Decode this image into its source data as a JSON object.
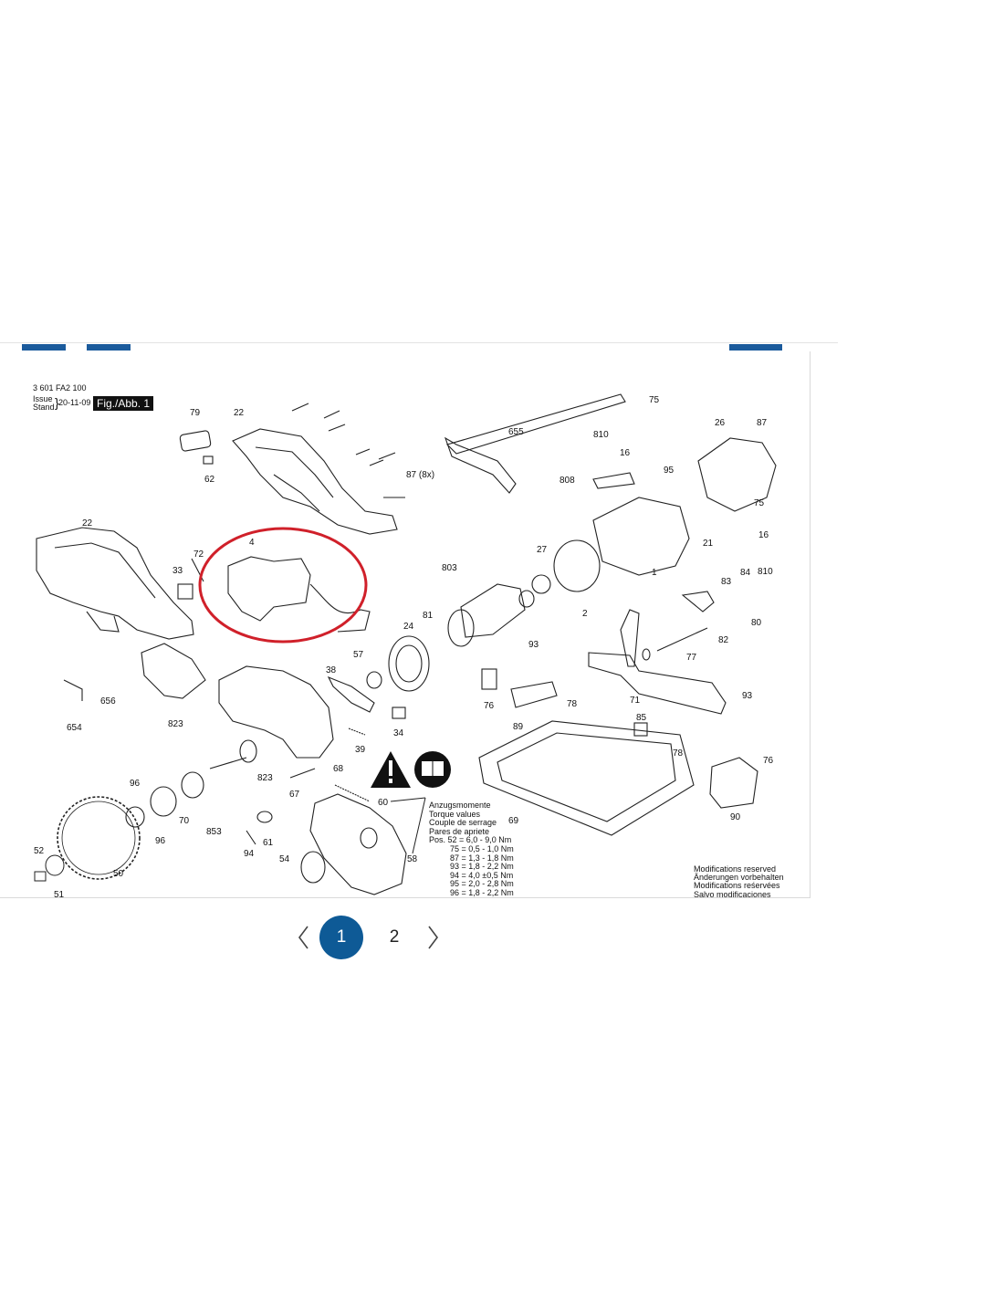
{
  "document": {
    "part_number": "3 601 FA2 100",
    "issue_label_en": "Issue",
    "issue_label_de": "Stand",
    "issue_date": "20-11-09",
    "figure_label": "Fig./Abb. 1"
  },
  "callouts": {
    "c79": "79",
    "c22a": "22",
    "c62": "62",
    "c87x": "87 (8x)",
    "c655": "655",
    "c75a": "75",
    "c810a": "810",
    "c16a": "16",
    "c26": "26",
    "c87": "87",
    "c808": "808",
    "c95": "95",
    "c75b": "75",
    "c16b": "16",
    "c21": "21",
    "c810b": "810",
    "c22b": "22",
    "c72": "72",
    "c33": "33",
    "c4": "4",
    "c803": "803",
    "c27": "27",
    "c1": "1",
    "c2": "2",
    "c83": "83",
    "c84": "84",
    "c80": "80",
    "c81": "81",
    "c24": "24",
    "c82": "82",
    "c93a": "93",
    "c77": "77",
    "c57": "57",
    "c38": "38",
    "c76a": "76",
    "c78a": "78",
    "c71": "71",
    "c89": "89",
    "c656": "656",
    "c654": "654",
    "c823a": "823",
    "c34": "34",
    "c39": "39",
    "c85": "85",
    "c93b": "93",
    "c78b": "78",
    "c76b": "76",
    "c96a": "96",
    "c68": "68",
    "c823b": "823",
    "c67": "67",
    "c60": "60",
    "c69": "69",
    "c90": "90",
    "c70": "70",
    "c853": "853",
    "c96b": "96",
    "c52": "52",
    "c61": "61",
    "c94": "94",
    "c54": "54",
    "c58": "58",
    "c50": "50",
    "c51": "51"
  },
  "torque": {
    "title_de": "Anzugsmomente",
    "title_en": "Torque values",
    "title_fr": "Couple de serrage",
    "title_ro": "Pares de apriete",
    "rows": [
      "Pos.  52 =  6,0 - 9,0 Nm",
      "75 =  0,5 - 1,0 Nm",
      "87 =  1,3 - 1,8 Nm",
      "93 =  1,8 - 2,2 Nm",
      "94 =  4,0 ±0,5 Nm",
      "95 =  2,0 - 2,8 Nm",
      "96 =  1,8 - 2,2 Nm"
    ]
  },
  "modifications": [
    "Modifications reserved",
    "Änderungen vorbehalten",
    "Modifications reśervées",
    "Salvo modificaciones"
  ],
  "pagination": {
    "prev_icon": "chevron-left-icon",
    "current": "1",
    "next_page": "2",
    "next_icon": "chevron-right-icon"
  },
  "colors": {
    "accent": "#0e5a96",
    "tab": "#1b5b9c",
    "highlight_circle": "#d0202a"
  }
}
